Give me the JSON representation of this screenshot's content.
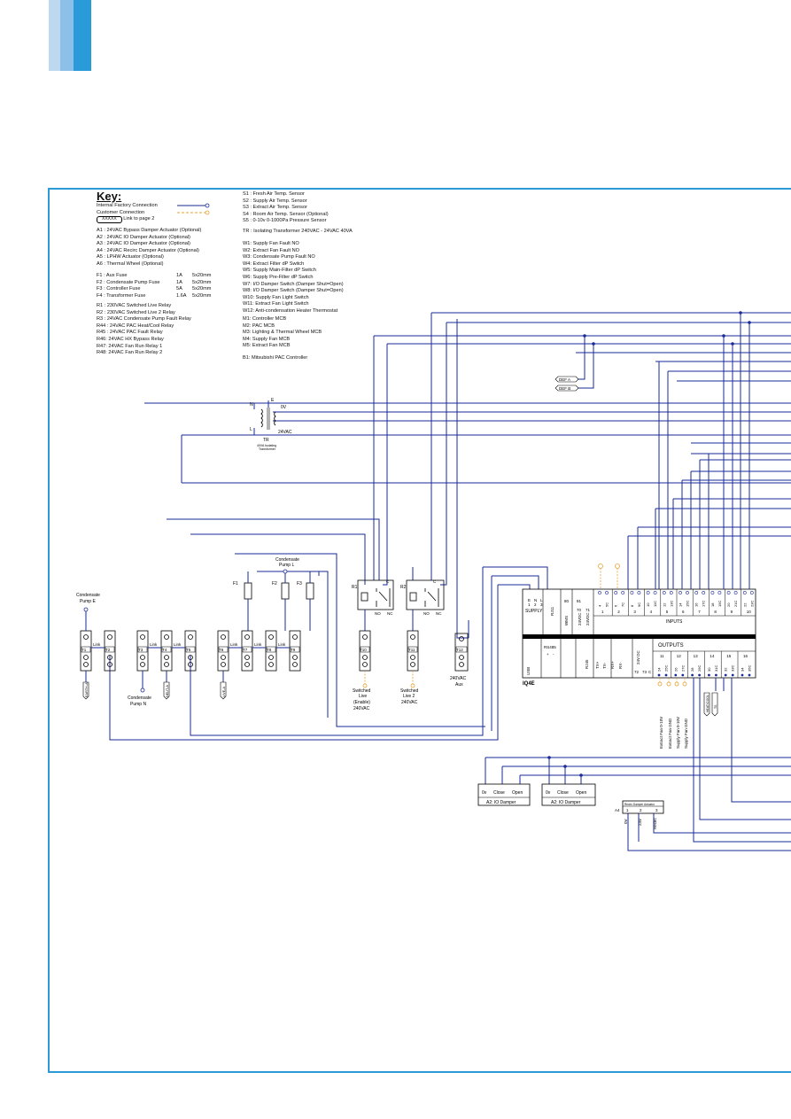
{
  "key": {
    "title": "Key:",
    "internal": "Internal Factory Connection",
    "customer": "Customer Connection",
    "link_tag": "XXXXX",
    "link_text": "Link to page 2",
    "actuators": [
      "A1 : 24VAC Bypass Damper Actuator (Optional)",
      "A2 : 24VAC IO Damper Actuator (Optional)",
      "A3 : 24VAC IO Damper Actuator (Optional)",
      "A4 : 24VAC Recirc Damper Actuator (Optional)",
      "A5 : LPHW Actuator (Optional)",
      "A6 : Thermal Wheel (Optional)"
    ],
    "fuses": [
      {
        "n": "F1 : Aux Fuse",
        "a": "1A",
        "s": "5x20mm"
      },
      {
        "n": "F2 : Condensate Pump Fuse",
        "a": "1A",
        "s": "5x20mm"
      },
      {
        "n": "F3 : Controller Fuse",
        "a": "5A",
        "s": "5x20mm"
      },
      {
        "n": "F4 : Transformer Fuse",
        "a": "1.6A",
        "s": "5x20mm"
      }
    ],
    "relays": [
      "R1 : 230VAC Switched Live Relay",
      "R2 : 230VAC Switched Live 2 Relay",
      "R3 : 24VAC Condensate Pump Fault Relay",
      "R44 : 24VAC PAC Heat/Cool Relay",
      "R45 : 24VAC PAC Fault Relay",
      "R46: 24VAC HX Bypass Relay",
      "R47: 24VAC Fan Run Relay 1",
      "R48: 24VAC Fan Run Relay 2"
    ],
    "sensors": [
      "S1 : Fresh Air Temp. Sensor",
      "S2 : Supply Air Temp. Sensor",
      "S3 : Extract Air Temp. Sensor",
      "S4 : Room Air Temp. Sensor (Optional)",
      "S5 : 0-10v 0-1000Pa Pressure Sensor"
    ],
    "transformer": "TR : Isolating Transformer 240VAC - 24VAC 40VA",
    "switches": [
      "W1: Supply Fan Fault NO",
      "W2: Extract Fan Fault NO",
      "W3: Condensate Pump Fault NO",
      "W4: Extract Filter dP Switch",
      "W5: Supply Main-Filter dP Switch",
      "W6: Supply Pre-Filter dP Switch",
      "W7: I/O Damper Switch (Damper Shut=Open)",
      "W8: I/O Damper Switch (Damper Shut=Open)",
      "W10: Supply Fan Light Switch",
      "W11: Extract Fan Light Switch",
      "W12: Anti-condensation Heater Thermostat"
    ],
    "mcbs": [
      "M1: Controller MCB",
      "M2: PAC MCB",
      "M3: Lighting & Thermal Wheel MCB",
      "M4: Supply Fan MCB",
      "M5: Extract Fan MCB"
    ],
    "pac": "B1: Mitsubishi PAC Controller"
  },
  "diagram": {
    "def_a": "DEF A",
    "def_b": "DEF B",
    "tr": {
      "n": "N",
      "l": "L",
      "e": "E",
      "ov": "0V",
      "v24": "24VAC",
      "label": "TR",
      "sub1": "40VA Isolating",
      "sub2": "Transformer"
    },
    "fuses": [
      "F1",
      "F2",
      "F3"
    ],
    "condensate_pump_l": [
      "Condensate",
      "Pump L"
    ],
    "condensate_pump_e": [
      "Condensate",
      "Pump E"
    ],
    "condensate_pump_n": [
      "Condensate",
      "Pump N"
    ],
    "relays": {
      "r1": "R1",
      "r2": "R2",
      "c": "C",
      "no": "NO",
      "nc": "NC"
    },
    "terminals": [
      "T1",
      "T2",
      "T3",
      "T4",
      "T5",
      "T6",
      "T7",
      "T8",
      "T9",
      "T10",
      "T11",
      "T12"
    ],
    "link": "Link",
    "tags": {
      "earth": "EARTH-A",
      "neut": "NEUT-A",
      "live": "LIVE-A"
    },
    "sw_live1": [
      "Switched",
      "Live",
      "(Enable)",
      "240VAC"
    ],
    "sw_live2": [
      "Switched",
      "Live 2",
      "240VAC"
    ],
    "aux": [
      "240VAC",
      "Aux"
    ],
    "controller": {
      "name": "IQ4E",
      "supply": "SUPPLY",
      "supply_pins": [
        "E",
        "N",
        "L"
      ],
      "supply_nums": [
        "1",
        "2",
        "3"
      ],
      "rj11": "RJ11",
      "wms": "WMS",
      "v24dc": "24VDC",
      "v24dc2": "24VDC",
      "mid_nums": [
        "80",
        "81",
        "70",
        "71"
      ],
      "inputs_title": "INPUTS",
      "input_nums": [
        "1",
        "2",
        "3",
        "4",
        "5",
        "6",
        "7",
        "8",
        "9",
        "10"
      ],
      "input_top": [
        "4",
        "5C",
        "6",
        "7C",
        "8",
        "9C",
        "10",
        "11C",
        "12",
        "13C",
        "14",
        "15C",
        "16",
        "17C",
        "18",
        "19C",
        "20",
        "21C",
        "22",
        "23C"
      ],
      "outputs_title": "OUTPUTS",
      "output_nums": [
        "11",
        "12",
        "13",
        "14",
        "15",
        "16"
      ],
      "output_pins": [
        "24",
        "25C",
        "26",
        "27C",
        "28",
        "29C",
        "30",
        "31C",
        "32",
        "33C",
        "34",
        "35C"
      ],
      "usb": "USB",
      "rs485": "RS485",
      "rs_pins": [
        "+",
        "-"
      ],
      "rj45": "RJ45",
      "net_pins": [
        "TX+",
        "TX-",
        "RX+",
        "RX-"
      ],
      "out_v": [
        "24V DC",
        "72",
        "73",
        "C"
      ]
    },
    "fan_labels": [
      "Extract Fan 0-10V",
      "Extract Fan GND",
      "Supply Fan 0-10V",
      "Supply Fan GND"
    ],
    "heat_cool": [
      "HEAT/COOL",
      "TS"
    ],
    "damper1": {
      "pins": [
        "0v",
        "Close",
        "Open"
      ],
      "label": "A2: IO Damper"
    },
    "damper2": {
      "pins": [
        "0v",
        "Close",
        "Open"
      ],
      "label": "A2: IO Damper"
    },
    "recirc": {
      "title": "Recirc Damper Actuator",
      "a4": "A4",
      "pins": [
        "1",
        "2",
        "3"
      ],
      "labels": [
        "0V",
        "24V",
        "Recirc"
      ]
    }
  }
}
